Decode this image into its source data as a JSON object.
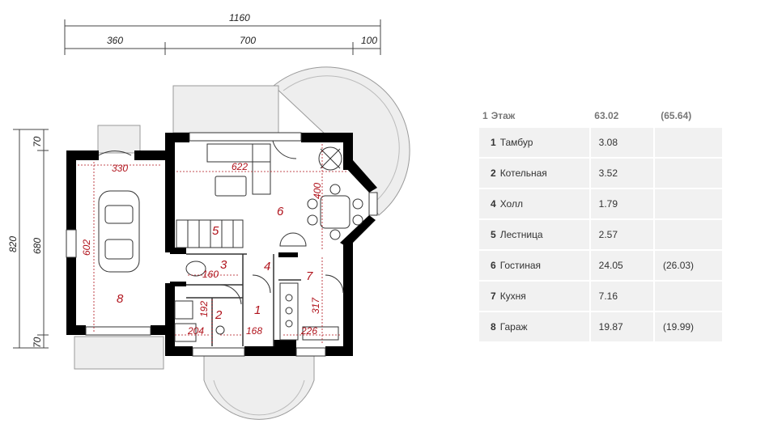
{
  "dimensions": {
    "overall_width": "1160",
    "width_left": "360",
    "width_mid": "700",
    "width_right": "100",
    "overall_depth": "820",
    "depth_top": "70",
    "depth_mid": "680",
    "depth_bottom": "70"
  },
  "inner_dimensions": [
    "330",
    "602",
    "622",
    "400",
    "160",
    "192",
    "204",
    "168",
    "226",
    "317"
  ],
  "room_numbers": [
    "1",
    "2",
    "3",
    "4",
    "5",
    "6",
    "7",
    "8"
  ],
  "colors": {
    "wall": "#000000",
    "room_label": "#b0121b",
    "terrace": "#eeeeee",
    "table_bg": "#f1f1f1"
  },
  "table": {
    "header": {
      "num": "1",
      "label": "Этаж",
      "area": "63.02",
      "area_total": "(65.64)"
    },
    "rows": [
      {
        "num": "1",
        "name": "Тамбур",
        "area": "3.08",
        "area_total": ""
      },
      {
        "num": "2",
        "name": "Котельная",
        "area": "3.52",
        "area_total": ""
      },
      {
        "num": "4",
        "name": "Холл",
        "area": "1.79",
        "area_total": ""
      },
      {
        "num": "5",
        "name": "Лестница",
        "area": "2.57",
        "area_total": ""
      },
      {
        "num": "6",
        "name": "Гостиная",
        "area": "24.05",
        "area_total": "(26.03)"
      },
      {
        "num": "7",
        "name": "Кухня",
        "area": "7.16",
        "area_total": ""
      },
      {
        "num": "8",
        "name": "Гараж",
        "area": "19.87",
        "area_total": "(19.99)"
      }
    ]
  }
}
